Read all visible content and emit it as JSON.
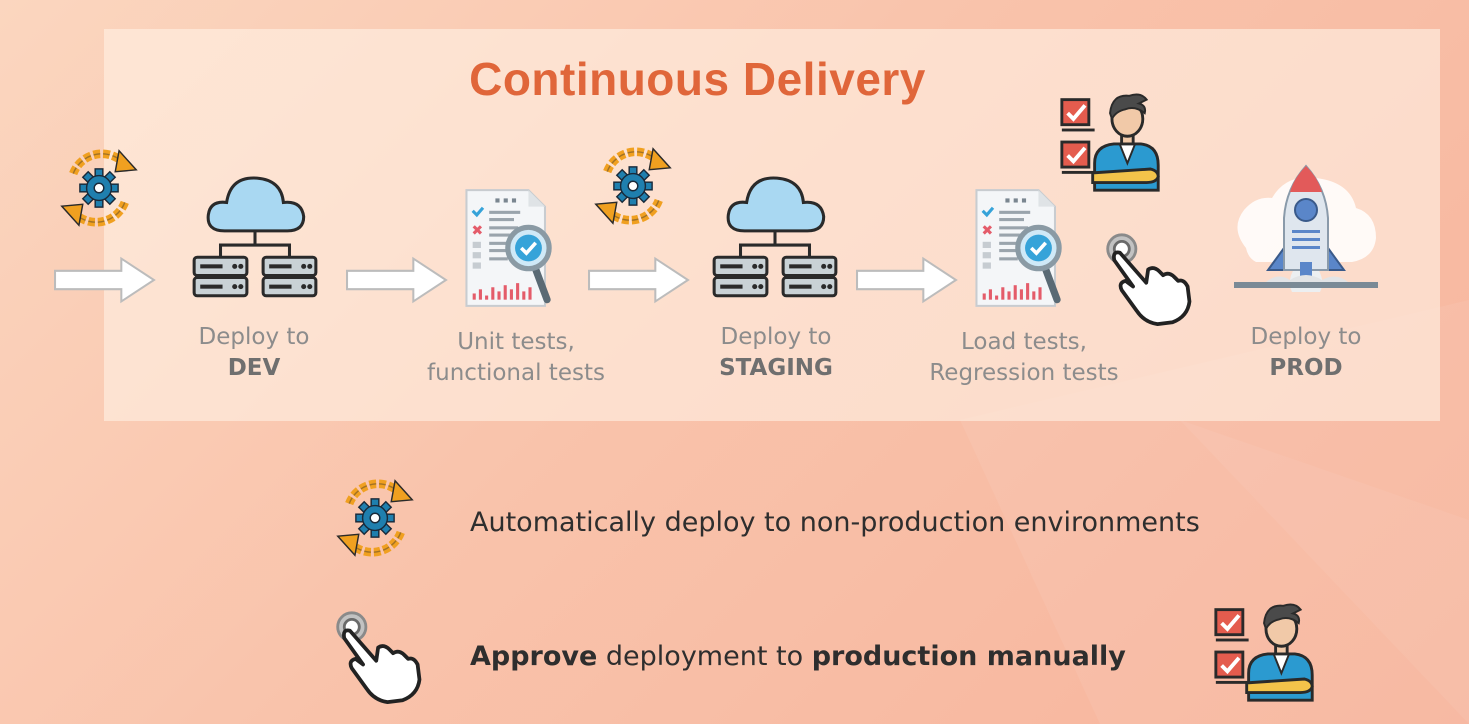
{
  "title": "Continuous Delivery",
  "stages": [
    {
      "line1": "Deploy to",
      "line2": "DEV"
    },
    {
      "line1": "Unit tests,",
      "line2": "functional tests"
    },
    {
      "line1": "Deploy to",
      "line2": "STAGING"
    },
    {
      "line1": "Load tests,",
      "line2": "Regression tests"
    },
    {
      "line1": "Deploy to",
      "line2": "PROD"
    }
  ],
  "legend": {
    "auto_text": "Automatically deploy to non-production environments",
    "manual_part1": "Approve",
    "manual_part2": " deployment to ",
    "manual_part3": "production manually"
  },
  "colors": {
    "title": "#e0663a",
    "cloud": "#a9d8f2",
    "gear": "#1f7fae",
    "arrow_orange": "#f0a020",
    "label_gray": "#8c8c8c"
  }
}
